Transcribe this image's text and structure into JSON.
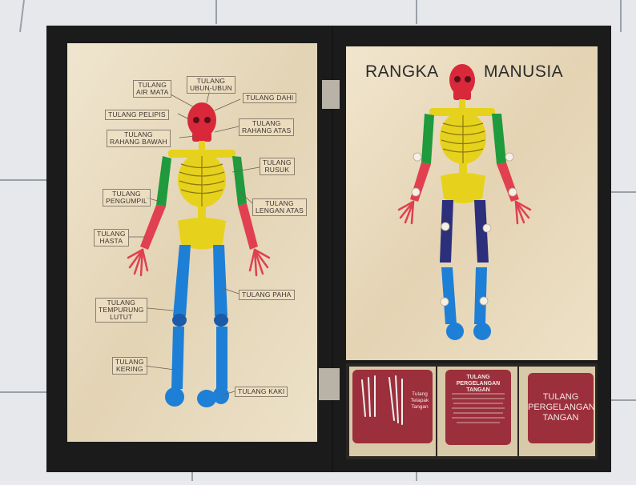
{
  "left_panel": {
    "labels": {
      "air_mata": "TULANG\nAIR MATA",
      "ubun_ubun": "TULANG\nUBUN-UBUN",
      "dahi": "TULANG DAHI",
      "pelipis": "TULANG PELIPIS",
      "rahang_atas": "TULANG\nRAHANG ATAS",
      "rahang_bawah": "TULANG\nRAHANG BAWAH",
      "rusuk": "TULANG\nRUSUK",
      "pengumpil": "TULANG\nPENGUMPIL",
      "lengan_atas": "TULANG\nLENGAN ATAS",
      "hasta": "TULANG\nHASTA",
      "paha": "TULANG PAHA",
      "tempurung_lutut": "TULANG\nTEMPURUNG\nLUTUT",
      "kering": "TULANG\nKERING",
      "kaki": "TULANG KAKI"
    }
  },
  "right_panel": {
    "title_left": "RANGKA",
    "title_right": "MANUSIA"
  },
  "cards": {
    "card1_text": "Tulang\nTelapak\nTangan",
    "card2_title": "TULANG\nPERGELANGAN TANGAN",
    "card3_text": "TULANG\nPERGELANGAN\nTANGAN"
  },
  "colors": {
    "skull": "#d9283a",
    "torso": "#e6d21c",
    "upper_arm": "#1f9a3c",
    "forearm": "#e04050",
    "leg": "#1e7fd6",
    "thigh_right": "#2c2f7a",
    "card": "#9c2f3c",
    "case": "#1a1a1a",
    "wood": "#e9dcc2"
  }
}
